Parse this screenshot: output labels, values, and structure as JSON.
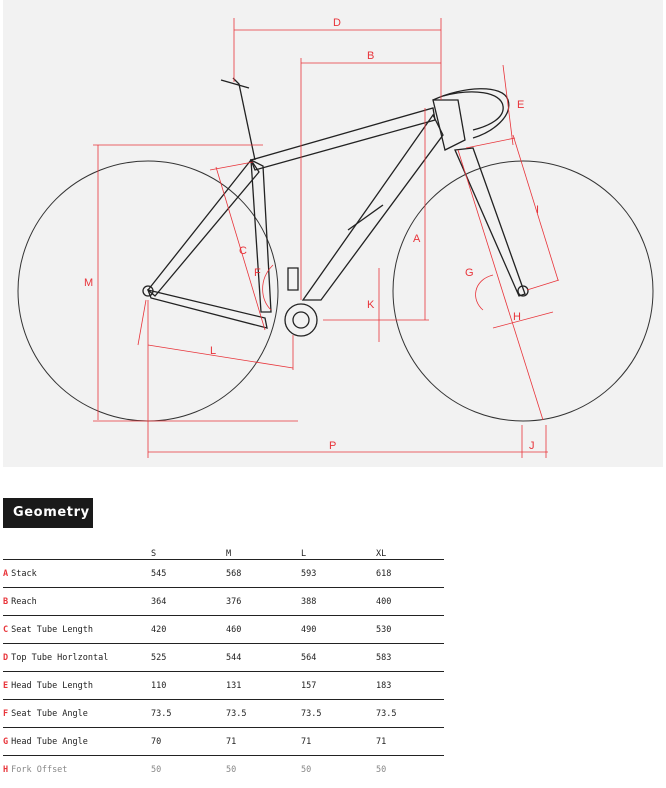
{
  "diagram": {
    "dimension_letters": {
      "A": "A",
      "B": "B",
      "C": "C",
      "D": "D",
      "E": "E",
      "F": "F",
      "G": "G",
      "H": "H",
      "I": "I",
      "J": "J",
      "K": "K",
      "L": "L",
      "M": "M",
      "P": "P"
    },
    "colors": {
      "dimension": "#e8343a",
      "frame": "#222222",
      "background": "#f2f2f2"
    }
  },
  "geometry": {
    "title": "Geometry",
    "sizes": [
      "S",
      "M",
      "L",
      "XL"
    ],
    "rows": [
      {
        "letter": "A",
        "label": "Stack",
        "values": [
          "545",
          "568",
          "593",
          "618"
        ]
      },
      {
        "letter": "B",
        "label": "Reach",
        "values": [
          "364",
          "376",
          "388",
          "400"
        ]
      },
      {
        "letter": "C",
        "label": "Seat Tube Length",
        "values": [
          "420",
          "460",
          "490",
          "530"
        ]
      },
      {
        "letter": "D",
        "label": "Top Tube Horlzontal",
        "values": [
          "525",
          "544",
          "564",
          "583"
        ]
      },
      {
        "letter": "E",
        "label": "Head Tube Length",
        "values": [
          "110",
          "131",
          "157",
          "183"
        ]
      },
      {
        "letter": "F",
        "label": "Seat Tube Angle",
        "values": [
          "73.5",
          "73.5",
          "73.5",
          "73.5"
        ]
      },
      {
        "letter": "G",
        "label": "Head Tube Angle",
        "values": [
          "70",
          "71",
          "71",
          "71"
        ]
      },
      {
        "letter": "H",
        "label": "Fork Offset",
        "values": [
          "50",
          "50",
          "50",
          "50"
        ]
      }
    ]
  }
}
